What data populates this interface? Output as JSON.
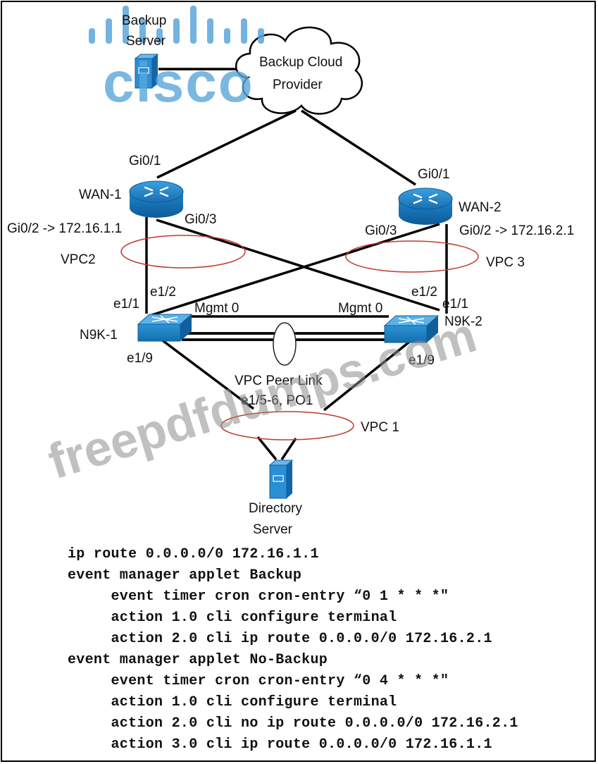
{
  "watermarks": {
    "logo_text": "cisco",
    "site_text": "freepdfdumps.com"
  },
  "nodes": {
    "backup_server": [
      "Backup",
      "Server"
    ],
    "cloud": [
      "Backup Cloud",
      "Provider"
    ],
    "wan1": "WAN-1",
    "wan2": "WAN-2",
    "n9k1": "N9K-1",
    "n9k2": "N9K-2",
    "directory_server": [
      "Directory",
      "Server"
    ]
  },
  "interfaces": {
    "wan1_gi01": "Gi0/1",
    "wan2_gi01": "Gi0/1",
    "wan1_gi02": "Gi0/2 -> 172.16.1.1",
    "wan1_gi03": "Gi0/3",
    "wan2_gi03": "Gi0/3",
    "wan2_gi02": "Gi0/2 -> 172.16.2.1",
    "n9k1_e11": "e1/1",
    "n9k1_e12": "e1/2",
    "n9k2_e12": "e1/2",
    "n9k2_e11": "e1/1",
    "n9k1_mgmt": "Mgmt 0",
    "n9k2_mgmt": "Mgmt 0",
    "n9k1_e19": "e1/9",
    "n9k2_e19": "e1/9"
  },
  "vpcs": {
    "vpc2": "VPC2",
    "vpc3": "VPC 3",
    "vpc1": "VPC 1",
    "peer_link": [
      "VPC Peer Link",
      "e1/5-6, PO1"
    ]
  },
  "config_lines": [
    "ip route 0.0.0.0/0 172.16.1.1",
    "event manager applet Backup",
    "     event timer cron cron-entry “0 1 * * *″",
    "     action 1.0 cli configure terminal",
    "     action 2.0 cli ip route 0.0.0.0/0 172.16.2.1",
    "event manager applet No-Backup",
    "     event timer cron cron-entry “0 4 * * *″",
    "     action 1.0 cli configure terminal",
    "     action 2.0 cli no ip route 0.0.0.0/0 172.16.2.1",
    "     action 3.0 cli ip route 0.0.0.0/0 172.16.1.1"
  ],
  "colors": {
    "device_blue": "#1d7fc4",
    "watermark_logo": "#5aa6da"
  }
}
